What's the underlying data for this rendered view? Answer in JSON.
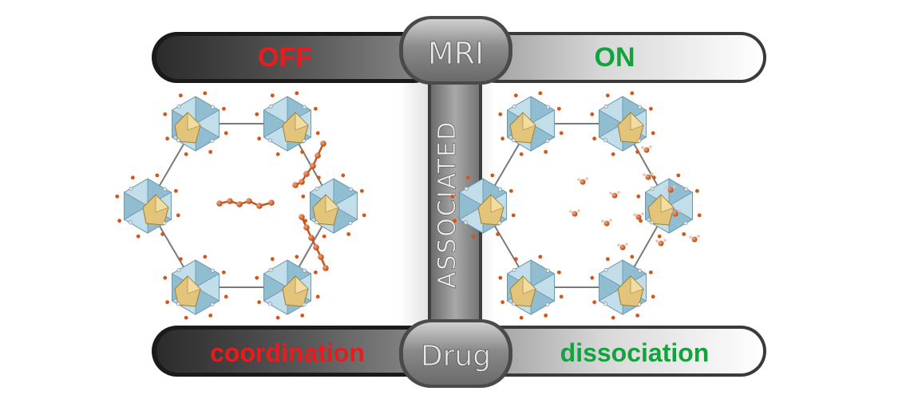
{
  "top_bar": {
    "left_label": "OFF",
    "center_label": "MRI",
    "right_label": "ON"
  },
  "bottom_bar": {
    "left_label": "coordination",
    "center_label": "Drug",
    "right_label": "dissociation"
  },
  "connector": {
    "label": "ASSOCIATED"
  },
  "colors": {
    "off_red": "#e81c1c",
    "on_green": "#12a33c",
    "cluster_blue": "#a9cfe0",
    "cluster_gold": "#e2c47b",
    "ligand_orange": "#d2561a"
  },
  "icons": {
    "left_framework": "hexagonal-framework-with-coordinated-ligands",
    "right_framework": "hexagonal-framework-with-released-molecules"
  }
}
